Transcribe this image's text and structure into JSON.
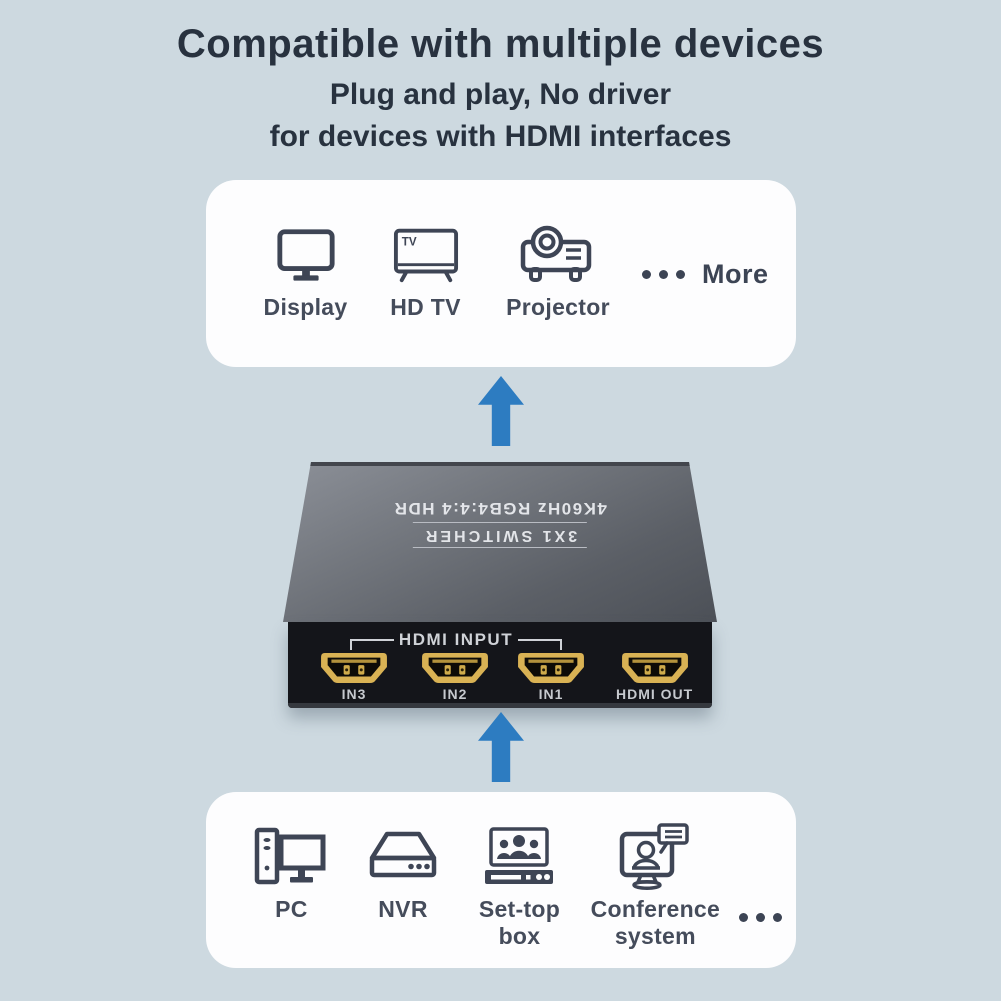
{
  "colors": {
    "background": "#cdd9e0",
    "accent_blue": "#2d7cc1",
    "title_ink": "#28323f",
    "icon_ink": "#3e4555",
    "panel_white": "#fdfdfe",
    "hdmi_gold": "#d9b254",
    "device_front": "#14151a"
  },
  "header": {
    "title": "Compatible with multiple devices",
    "subtitle_line1": "Plug and play, No driver",
    "subtitle_line2": "for devices with HDMI interfaces"
  },
  "compatible_panel": {
    "items": [
      {
        "icon": "display-icon",
        "label": "Display"
      },
      {
        "icon": "hdtv-icon",
        "label": "HD TV"
      },
      {
        "icon": "projector-icon",
        "label": "Projector"
      }
    ],
    "more_label": "More",
    "ellipsis_icon": "ellipsis-icon"
  },
  "switcher": {
    "print_line_top": "3X1 SWITCHER",
    "print_line_bottom": "4K60Hz RGB4:4:4 HDR",
    "input_group_label": "HDMI INPUT",
    "ports": [
      "IN3",
      "IN2",
      "IN1",
      "HDMI OUT"
    ]
  },
  "source_panel": {
    "items": [
      {
        "icon": "pc-icon",
        "label": "PC"
      },
      {
        "icon": "nvr-icon",
        "label": "NVR"
      },
      {
        "icon": "settop-box-icon",
        "label": "Set-top box"
      },
      {
        "icon": "conference-system-icon",
        "label": "Conference system"
      }
    ],
    "ellipsis_icon": "ellipsis-icon"
  },
  "icons": {
    "tv_badge": "TV"
  }
}
